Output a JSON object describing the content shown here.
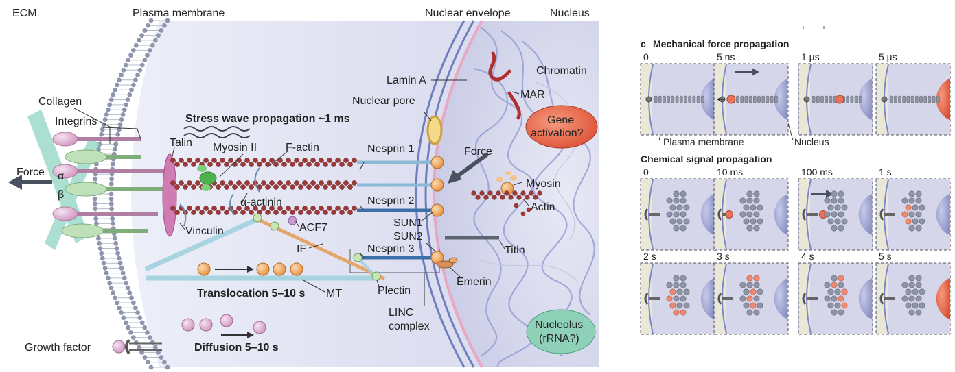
{
  "cell": {
    "region_ecm": "ECM",
    "region_plasma_membrane": "Plasma membrane",
    "region_nuclear_envelope": "Nuclear envelope",
    "region_nucleus": "Nucleus",
    "collagen": "Collagen",
    "integrins": "Integrins",
    "force_left": "Force",
    "alpha": "α",
    "beta": "β",
    "talin": "Talin",
    "myosin_ii": "Myosin II",
    "f_actin": "F-actin",
    "alpha_actinin": "α-actinin",
    "vinculin": "Vinculin",
    "acf7": "ACF7",
    "if_label": "IF",
    "mt": "MT",
    "plectin": "Plectin",
    "stress_wave": "Stress wave propagation ~1 ms",
    "translocation": "Translocation 5–10 s",
    "diffusion": "Diffusion 5–10 s",
    "growth_factor": "Growth factor",
    "lamin_a": "Lamin A",
    "nuclear_pore": "Nuclear pore",
    "nesprin1": "Nesprin 1",
    "nesprin2": "Nesprin 2",
    "nesprin3": "Nesprin 3",
    "sun1": "SUN1",
    "sun2": "SUN2",
    "linc_line1": "LINC",
    "linc_line2": "complex",
    "force_nuclear": "Force",
    "emerin": "Emerin",
    "titin": "Titin",
    "chromatin": "Chromatin",
    "mar": "MAR",
    "gene_line1": "Gene",
    "gene_line2": "activation?",
    "myosin": "Myosin",
    "actin": "Actin",
    "nucleolus_line1": "Nucleolus",
    "nucleolus_line2": "(rRNA?)"
  },
  "panel_c": {
    "letter": "c",
    "title": "Mechanical force propagation",
    "mech_times": [
      "0",
      "5 ns",
      "1 µs",
      "5 µs"
    ],
    "plasma_membrane": "Plasma membrane",
    "nucleus": "Nucleus",
    "chem_title": "Chemical signal propagation",
    "chem_times_row1": [
      "0",
      "10 ms",
      "100 ms",
      "1 s"
    ],
    "chem_times_row2": [
      "2 s",
      "3 s",
      "4 s",
      "5 s"
    ]
  },
  "colors": {
    "cytoplasm": "#dfe0f0",
    "nucleus": "#c9cbe6",
    "membrane_bead": "#9aa0b8",
    "actin": "#9c3a3a",
    "orange_node": "#f2a860",
    "gene_activation": "#e2573f",
    "nucleolus": "#8fd1b8",
    "collagen": "#8fd5c3",
    "integrin_pink": "#e6bfdc",
    "integrin_green": "#bfe0b8",
    "microtubule": "#a8d4e2",
    "panel_bg": "#e9e7d6"
  }
}
